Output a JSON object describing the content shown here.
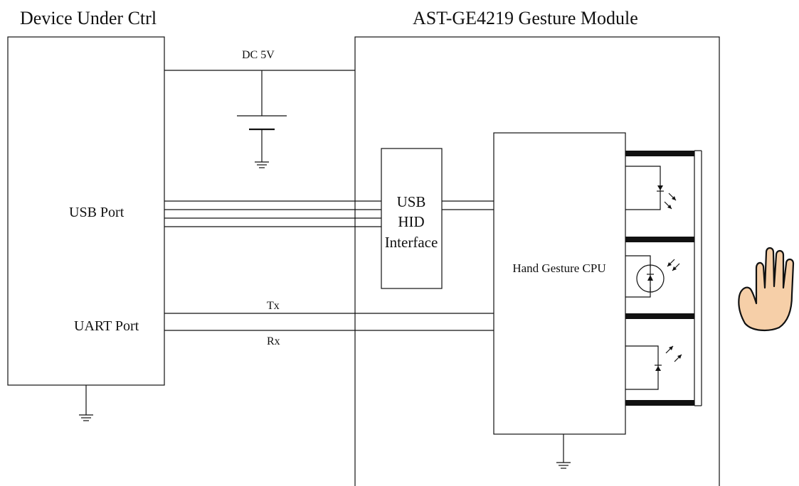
{
  "titles": {
    "device": "Device Under Ctrl",
    "module": "AST-GE4219 Gesture Module"
  },
  "labels": {
    "power": "DC 5V",
    "usb_port": "USB Port",
    "uart_port": "UART Port",
    "tx": "Tx",
    "rx": "Rx",
    "usb_hid_line1": "USB",
    "usb_hid_line2": "HID",
    "usb_hid_line3": "Interface",
    "cpu": "Hand Gesture CPU"
  },
  "icons": {
    "hand": "hand-icon",
    "ground": "ground-icon",
    "battery": "battery-icon",
    "led": "led-icon",
    "photodiode": "photodiode-icon"
  },
  "colors": {
    "line": "#111111",
    "hand_fill": "#f6cfa8"
  }
}
